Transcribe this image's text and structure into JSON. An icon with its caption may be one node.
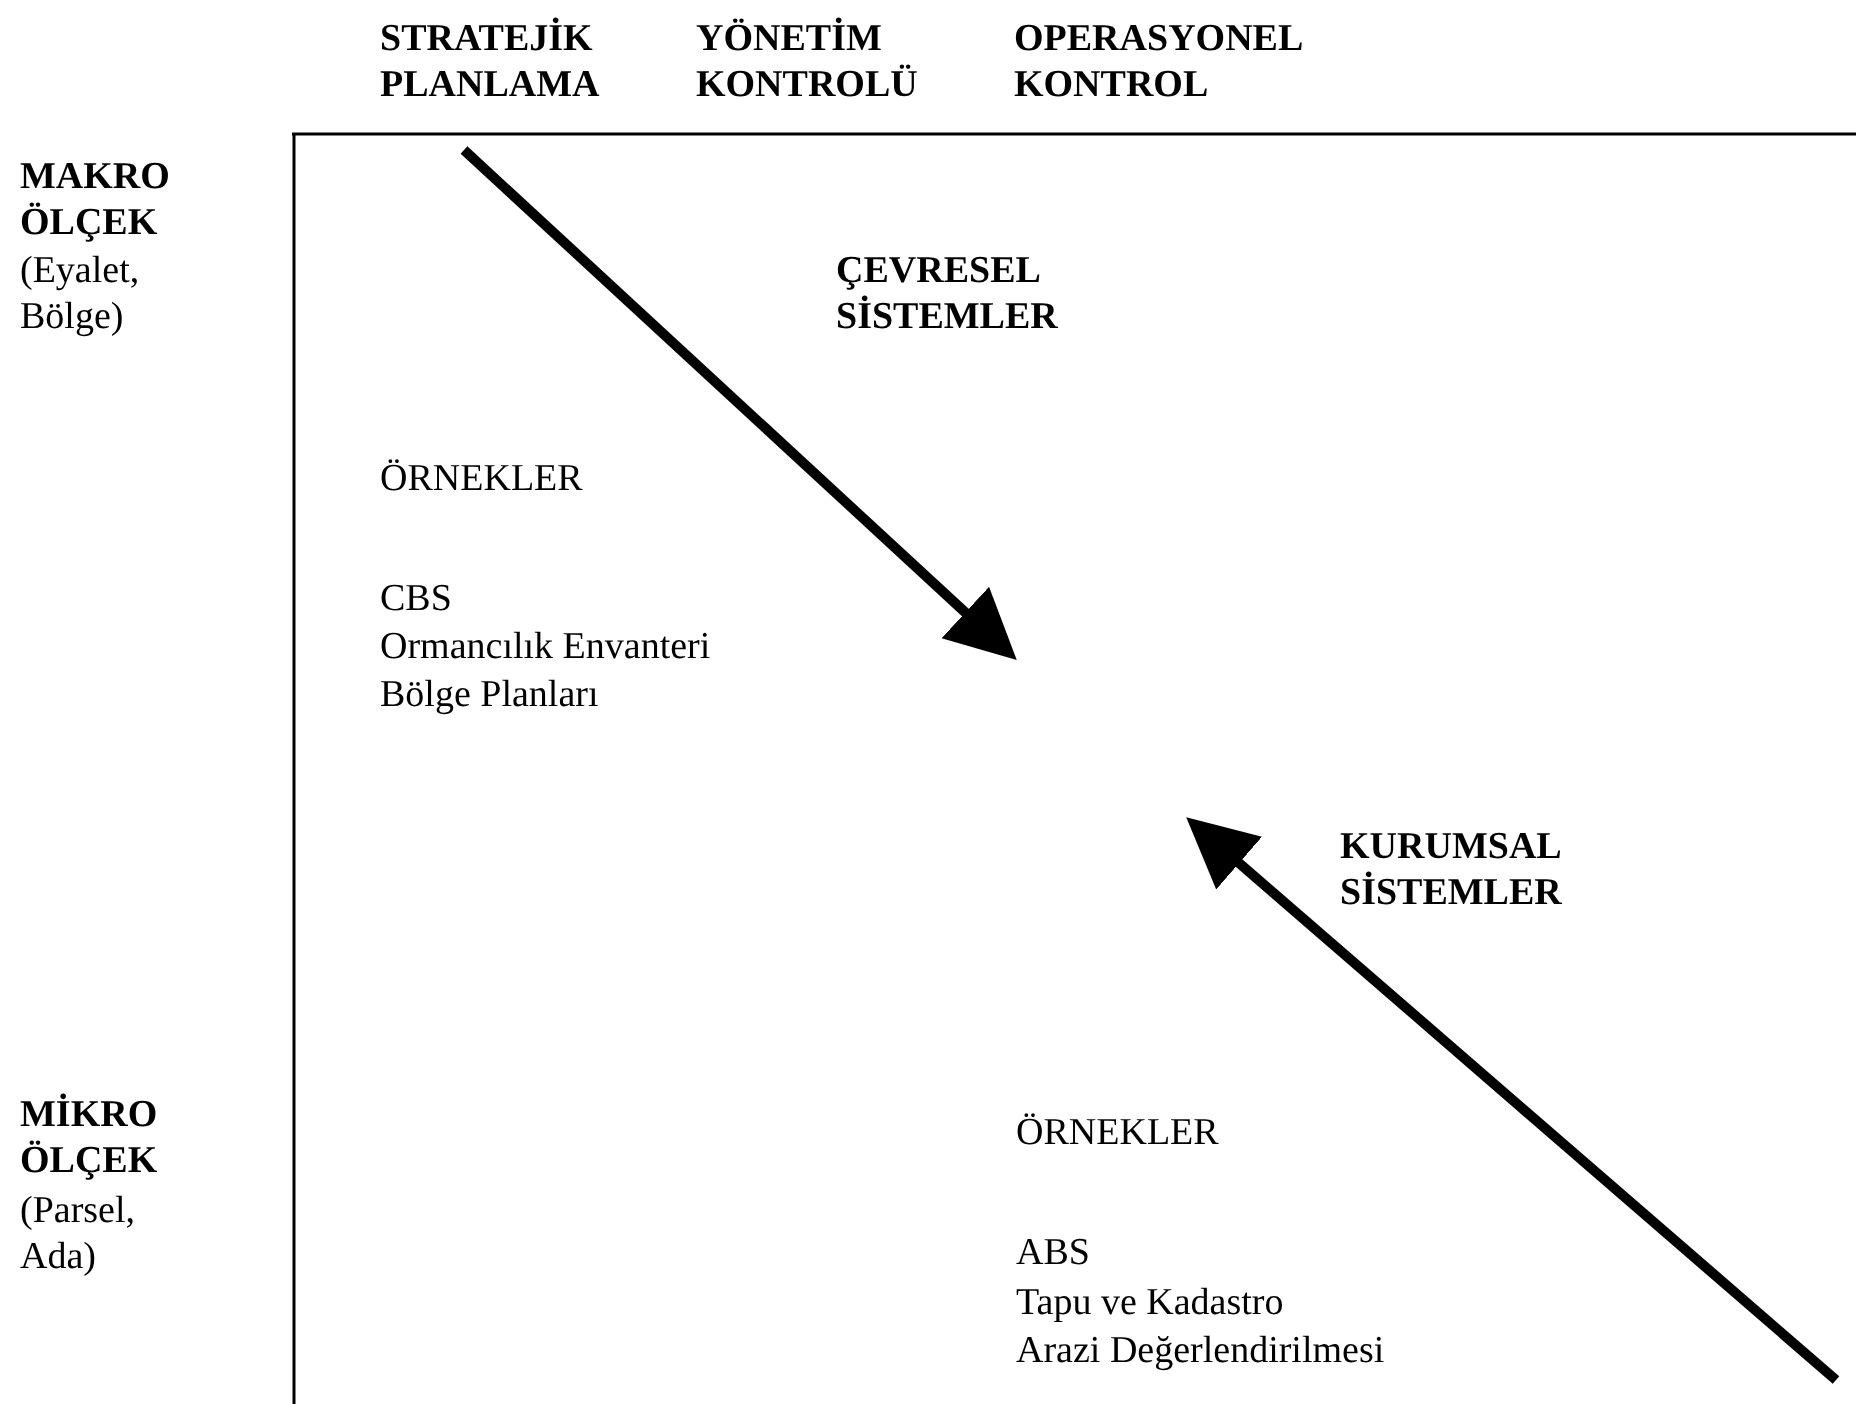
{
  "diagram": {
    "labels": [
      "STRATEJİK PLANLAMA",
      "YÖNETİM KONTROLÜ",
      "OPERASYONEL KONTROL",
      "MAKRO ÖLÇEK",
      "(Eyalet, Bölge)",
      "ÇEVRESEL SİSTEMLER",
      "ÖRNEKLER",
      "CBS",
      "Ormancılık Envanteri",
      "Bölge Planları",
      "KURUMSAL SİSTEMLER",
      "MİKRO ÖLÇEK",
      "(Parsel, Ada)",
      "ÖRNEKLER",
      "ABS",
      "Tapu ve Kadastro",
      "Arazi Değerlendirilmesi"
    ]
  }
}
